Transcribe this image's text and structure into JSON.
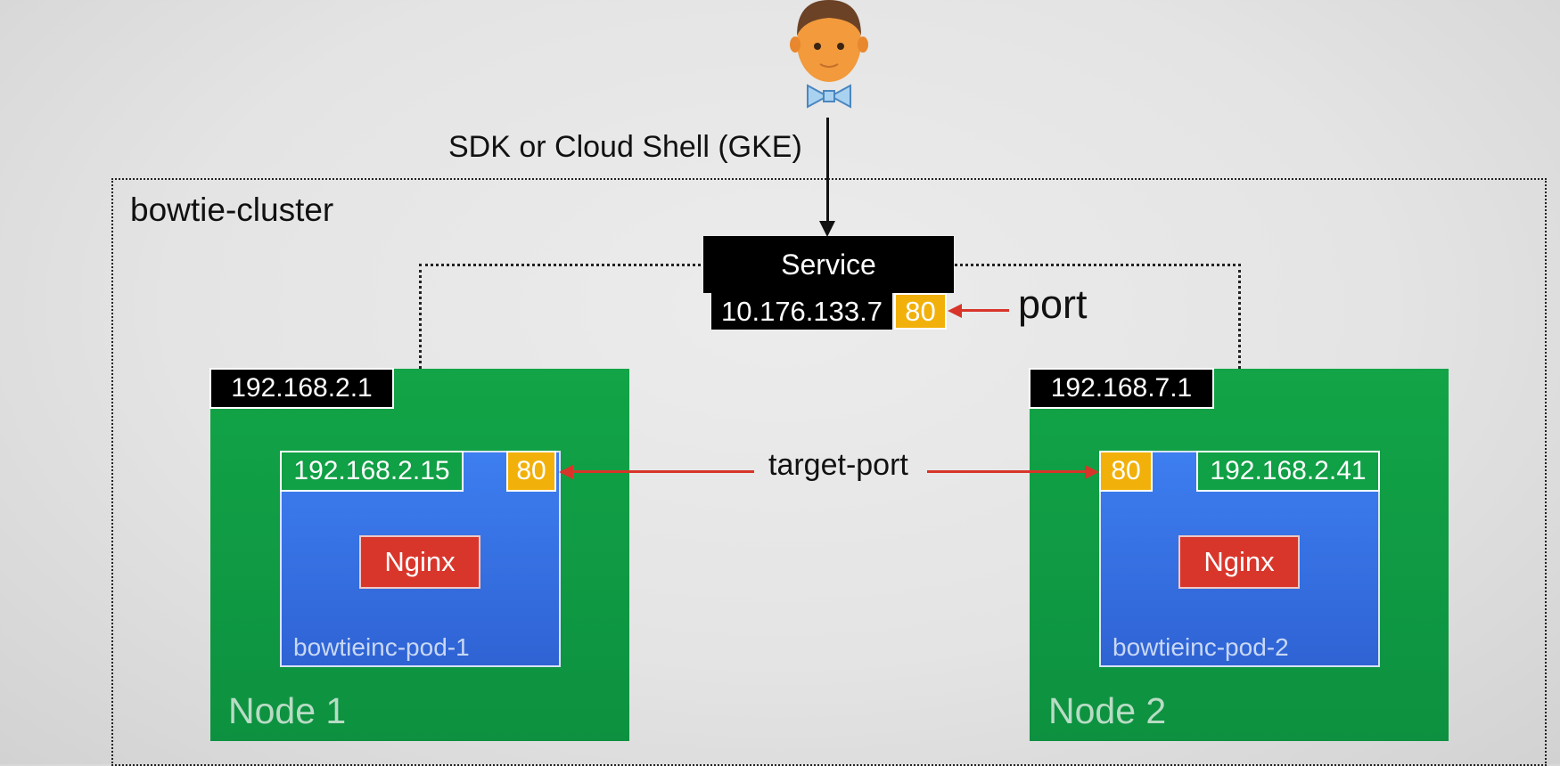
{
  "user": {
    "icon": "bowtie-person-icon"
  },
  "access": {
    "label": "SDK or Cloud Shell (GKE)"
  },
  "cluster": {
    "label": "bowtie-cluster"
  },
  "service": {
    "label": "Service",
    "ip": "10.176.133.7",
    "port": "80",
    "port_annotation": "port"
  },
  "target_port_label": "target-port",
  "nodes": [
    {
      "ip": "192.168.2.1",
      "label": "Node 1",
      "pod": {
        "ip": "192.168.2.15",
        "port": "80",
        "app": "Nginx",
        "name": "bowtieinc-pod-1"
      }
    },
    {
      "ip": "192.168.7.1",
      "label": "Node 2",
      "pod": {
        "ip": "192.168.2.41",
        "port": "80",
        "app": "Nginx",
        "name": "bowtieinc-pod-2"
      }
    }
  ],
  "colors": {
    "node": "#12a447",
    "pod": "#3d7ef0",
    "app": "#d9362b",
    "port": "#f2b10a",
    "arrow": "#d8352a"
  }
}
